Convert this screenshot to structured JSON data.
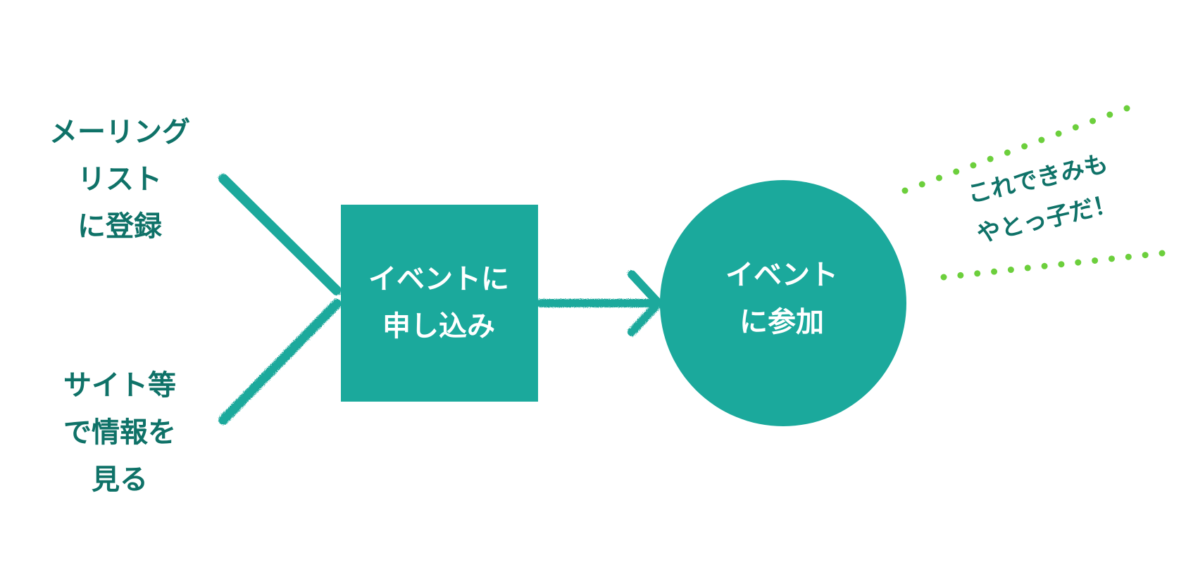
{
  "colors": {
    "primary": "#1ba99c",
    "text_dark": "#0f7268",
    "text_light": "#ffffff",
    "accent_dots": "#6ccf3c"
  },
  "diagram": {
    "sources": [
      {
        "lines": [
          "メーリング",
          "リスト",
          "に登録"
        ]
      },
      {
        "lines": [
          "サイト等",
          "で情報を",
          "見る"
        ]
      }
    ],
    "step_apply": {
      "shape": "square",
      "lines": [
        "イベントに",
        "申し込み"
      ]
    },
    "step_attend": {
      "shape": "circle",
      "lines": [
        "イベント",
        "に参加"
      ]
    },
    "tagline": {
      "lines": [
        "これできみも",
        "やとっ子だ！"
      ]
    }
  }
}
